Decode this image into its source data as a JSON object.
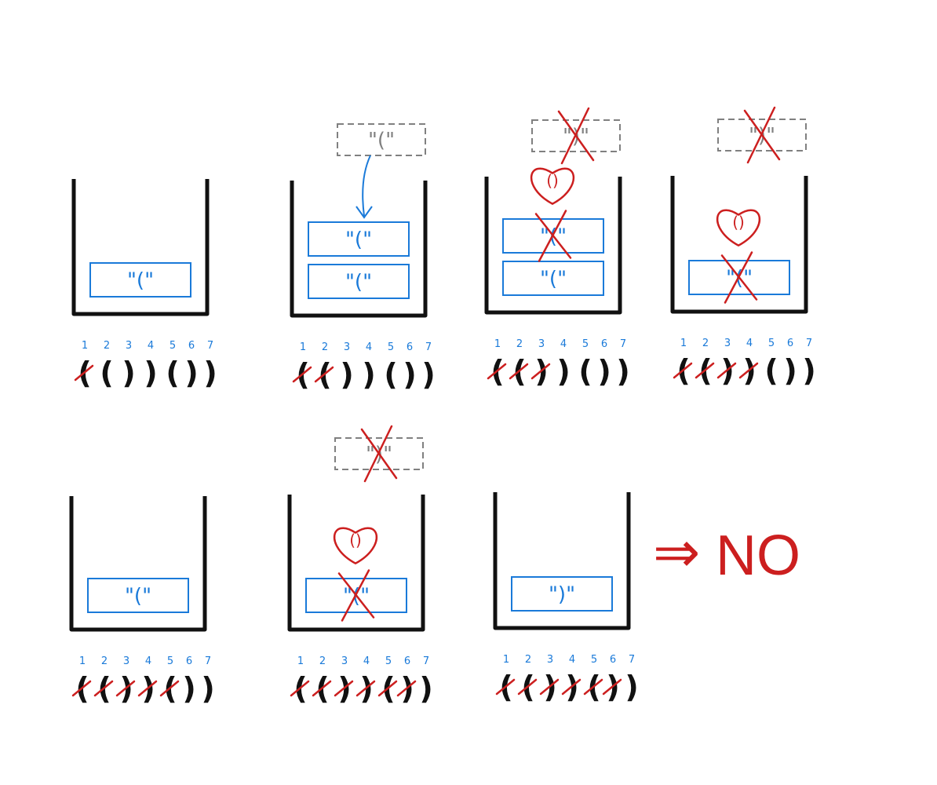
{
  "colors": {
    "ink": "#111111",
    "stack_item": "#1a7ad9",
    "index": "#1a7ad9",
    "mark": "#cc1f1f",
    "incoming": "#808080"
  },
  "steps": [
    {
      "stack": [
        "\"(\""
      ],
      "struck_item": null,
      "incoming": null,
      "heart": null,
      "indices": [
        "1",
        "2",
        "3",
        "4",
        "5",
        "6",
        "7"
      ],
      "chars": [
        "(",
        "(",
        ")",
        ")",
        "(",
        ")",
        ")"
      ],
      "crossed": [
        0
      ]
    },
    {
      "stack": [
        "\"(\"",
        "\"(\""
      ],
      "struck_item": null,
      "incoming": "\"(\"",
      "incoming_struck": false,
      "heart": null,
      "indices": [
        "1",
        "2",
        "3",
        "4",
        "5",
        "6",
        "7"
      ],
      "chars": [
        "(",
        "(",
        ")",
        ")",
        "(",
        ")",
        ")"
      ],
      "crossed": [
        0,
        1
      ]
    },
    {
      "stack": [
        "\"(\"",
        "\"(\""
      ],
      "struck_item": 1,
      "incoming": "\")\"",
      "incoming_struck": true,
      "heart": "()",
      "indices": [
        "1",
        "2",
        "3",
        "4",
        "5",
        "6",
        "7"
      ],
      "chars": [
        "(",
        "(",
        ")",
        ")",
        "(",
        ")",
        ")"
      ],
      "crossed": [
        0,
        1,
        2
      ]
    },
    {
      "stack": [
        "\"(\""
      ],
      "struck_item": 0,
      "incoming": "\")\"",
      "incoming_struck": true,
      "heart": "()",
      "indices": [
        "1",
        "2",
        "3",
        "4",
        "5",
        "6",
        "7"
      ],
      "chars": [
        "(",
        "(",
        ")",
        ")",
        "(",
        ")",
        ")"
      ],
      "crossed": [
        0,
        1,
        2,
        3
      ]
    },
    {
      "stack": [
        "\"(\""
      ],
      "struck_item": null,
      "incoming": null,
      "heart": null,
      "indices": [
        "1",
        "2",
        "3",
        "4",
        "5",
        "6",
        "7"
      ],
      "chars": [
        "(",
        "(",
        ")",
        ")",
        "(",
        ")",
        ")"
      ],
      "crossed": [
        0,
        1,
        2,
        3,
        4
      ]
    },
    {
      "stack": [
        "\"(\""
      ],
      "struck_item": 0,
      "incoming": "\")\"",
      "incoming_struck": true,
      "heart": "()",
      "indices": [
        "1",
        "2",
        "3",
        "4",
        "5",
        "6",
        "7"
      ],
      "chars": [
        "(",
        "(",
        ")",
        ")",
        "(",
        ")",
        ")"
      ],
      "crossed": [
        0,
        1,
        2,
        3,
        4,
        5
      ]
    },
    {
      "stack": [
        "\")\""
      ],
      "struck_item": null,
      "incoming": null,
      "heart": null,
      "indices": [
        "1",
        "2",
        "3",
        "4",
        "5",
        "6",
        "7"
      ],
      "chars": [
        "(",
        "(",
        ")",
        ")",
        "(",
        ")",
        ")"
      ],
      "crossed": [
        0,
        1,
        2,
        3,
        4,
        5
      ]
    }
  ],
  "result": {
    "arrow": "⇒",
    "label": "NO"
  }
}
